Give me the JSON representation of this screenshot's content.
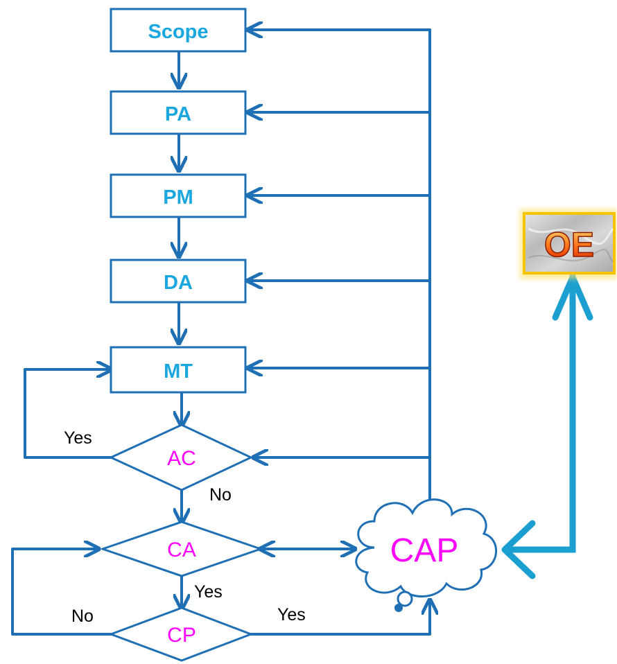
{
  "process_boxes": [
    {
      "id": "scope",
      "label": "Scope"
    },
    {
      "id": "pa",
      "label": "PA"
    },
    {
      "id": "pm",
      "label": "PM"
    },
    {
      "id": "da",
      "label": "DA"
    },
    {
      "id": "mt",
      "label": "MT"
    }
  ],
  "decisions": [
    {
      "id": "ac",
      "label": "AC"
    },
    {
      "id": "ca",
      "label": "CA"
    },
    {
      "id": "cp",
      "label": "CP"
    }
  ],
  "cloud": {
    "label": "CAP"
  },
  "badge": {
    "label": "OE"
  },
  "edge_labels": {
    "ac_yes": "Yes",
    "ac_no": "No",
    "ca_yes": "Yes",
    "cp_no": "No",
    "cp_yes": "Yes"
  },
  "colors": {
    "line": "#1f6fb5",
    "box_text": "#1aa7e0",
    "decision_text": "#ff00ff",
    "big_arrow": "#1a9fd0",
    "badge_border": "#f5c400"
  }
}
